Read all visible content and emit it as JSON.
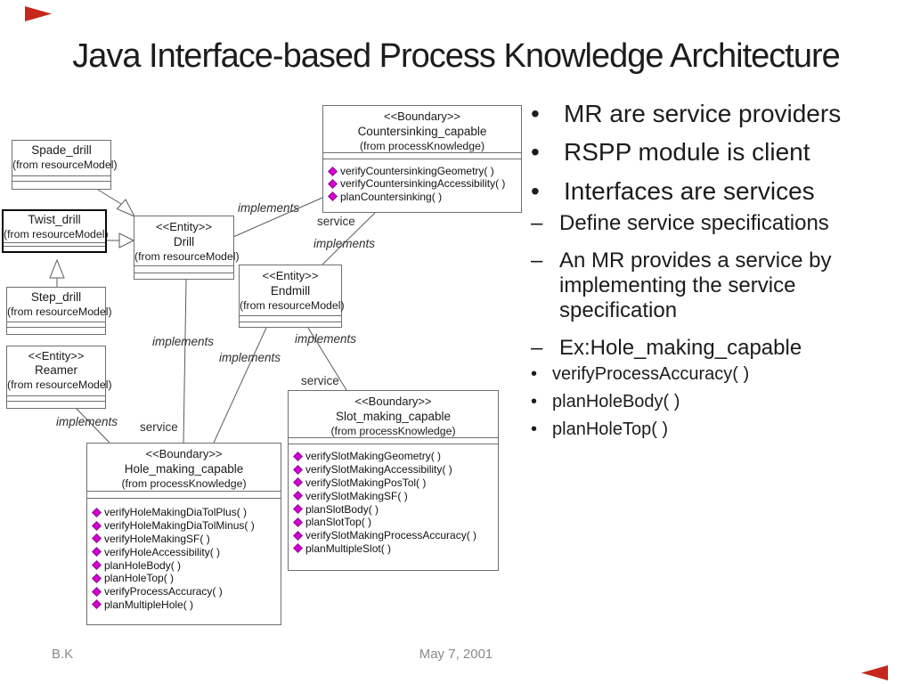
{
  "slide": {
    "title": "Java Interface-based Process Knowledge Architecture",
    "footer": {
      "author": "B.K",
      "date": "May 7, 2001"
    },
    "colors": {
      "corner_marker": "#c5271d",
      "method_icon": "#d400d4",
      "diagram_line": "#5a5a5a",
      "footer_text": "#8b8b8b"
    }
  },
  "bullets": {
    "level1_marker": "•",
    "level2_marker": "–",
    "level3_marker": "•",
    "level1": [
      "MR are service providers",
      "RSPP module is client",
      "Interfaces are services"
    ],
    "level2": [
      "Define service specifications",
      "An MR provides a service by implementing the service specification",
      "Ex:Hole_making_capable"
    ],
    "level3": [
      "verifyProcessAccuracy( )",
      "planHoleBody( )",
      "planHoleTop( )"
    ]
  },
  "labels": {
    "implements": "implements",
    "service": "service"
  },
  "classes": {
    "spade_drill": {
      "name": "Spade_drill",
      "from": "(from resourceModel)"
    },
    "twist_drill": {
      "name": "Twist_drill",
      "from": "(from resourceModel)"
    },
    "step_drill": {
      "name": "Step_drill",
      "from": "(from resourceModel)"
    },
    "reamer": {
      "stereotype": "<<Entity>>",
      "name": "Reamer",
      "from": "(from resourceModel)"
    },
    "drill": {
      "stereotype": "<<Entity>>",
      "name": "Drill",
      "from": "(from resourceModel)"
    },
    "endmill": {
      "stereotype": "<<Entity>>",
      "name": "Endmill",
      "from": "(from resourceModel)"
    },
    "countersinking_capable": {
      "stereotype": "<<Boundary>>",
      "name": "Countersinking_capable",
      "from": "(from processKnowledge)",
      "methods": [
        "verifyCountersinkingGeometry( )",
        "verifyCountersinkingAccessibility( )",
        "planCountersinking( )"
      ]
    },
    "hole_making_capable": {
      "stereotype": "<<Boundary>>",
      "name": "Hole_making_capable",
      "from": "(from processKnowledge)",
      "methods": [
        "verifyHoleMakingDiaTolPlus( )",
        "verifyHoleMakingDiaTolMinus( )",
        "verifyHoleMakingSF( )",
        "verifyHoleAccessibility( )",
        "planHoleBody( )",
        "planHoleTop( )",
        "verifyProcessAccuracy( )",
        "planMultipleHole( )"
      ]
    },
    "slot_making_capable": {
      "stereotype": "<<Boundary>>",
      "name": "Slot_making_capable",
      "from": "(from processKnowledge)",
      "methods": [
        "verifySlotMakingGeometry( )",
        "verifySlotMakingAccessibility( )",
        "verifySlotMakingPosTol( )",
        "verifySlotMakingSF( )",
        "planSlotBody( )",
        "planSlotTop( )",
        "verifySlotMakingProcessAccuracy( )",
        "planMultipleSlot( )"
      ]
    }
  }
}
